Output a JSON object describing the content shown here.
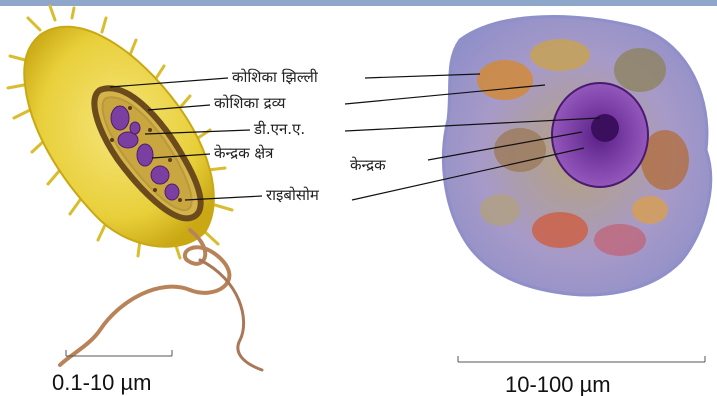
{
  "prokaryote": {
    "labels": {
      "cell_membrane": "कोशिका झिल्ली",
      "cytoplasm": "कोशिका द्रव्य",
      "dna": "डी.एन.ए.",
      "nucleoid": "केन्द्रक क्षेत्र",
      "ribosome": "राइबोसोम"
    },
    "scale": "0.1-10 µm"
  },
  "eukaryote": {
    "labels": {
      "nucleus": "केन्द्रक"
    },
    "scale": "10-100 µm"
  },
  "colors": {
    "top_bar": "#8da6c9",
    "bacterium_body": "#e8cf3a",
    "bacterium_outline": "#c9a814",
    "cytoplasm_ring": "#6b4a1c",
    "dna": "#7a3fa0",
    "flagellum": "#b9835a",
    "eukaryote_outline": "#8f8fc9",
    "nucleus": "#7b3aa8"
  }
}
